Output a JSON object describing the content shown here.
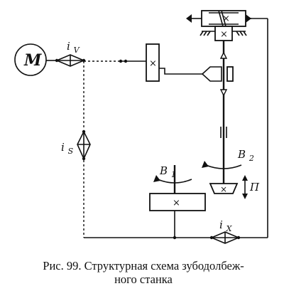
{
  "diagram": {
    "motor_label": "M",
    "i_v": "i_V",
    "i_s": "i_S",
    "i_x": "i_X",
    "b1": "B_1",
    "b2": "B_2",
    "p": "П",
    "cross": "×"
  },
  "caption": {
    "line1": "Рис. 99. Структурная схема зубодолбеж-",
    "line2": "ного станка"
  }
}
